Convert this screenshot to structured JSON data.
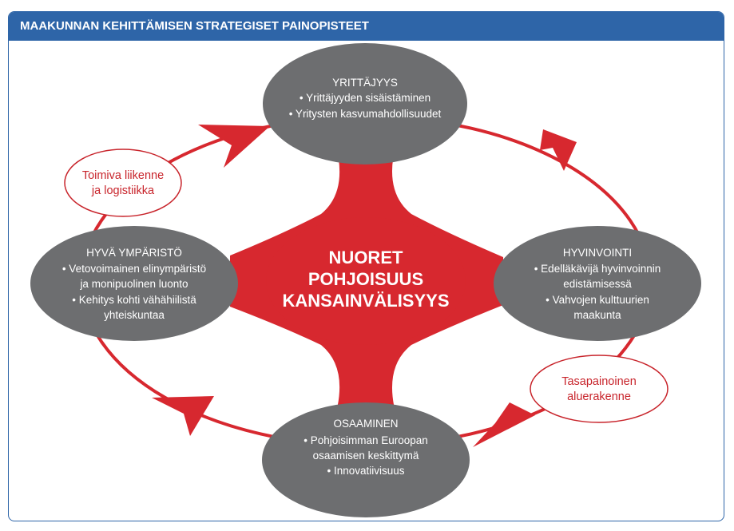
{
  "header": {
    "title": "MAAKUNNAN KEHITTÄMISEN STRATEGISET PAINOPISTEET"
  },
  "center": {
    "lines": [
      "NUORET",
      "POHJOISUUS",
      "KANSAINVÄLISYYS"
    ]
  },
  "nodes": {
    "top": {
      "title": "YRITTÄJYYS",
      "lines": [
        "• Yrittäjyyden sisäistäminen",
        "• Yritysten kasvumahdollisuudet"
      ]
    },
    "right": {
      "title": "HYVINVOINTI",
      "lines": [
        "• Edelläkävijä hyvinvoinnin",
        "edistämisessä",
        "• Vahvojen kulttuurien",
        "maakunta"
      ]
    },
    "bottom": {
      "title": "OSAAMINEN",
      "lines": [
        "• Pohjoisimman Euroopan",
        "osaamisen keskittymä",
        "• Innovatiivisuus"
      ]
    },
    "left": {
      "title": "HYVÄ YMPÄRISTÖ",
      "lines": [
        "• Vetovoimainen elinympäristö",
        "ja monipuolinen luonto",
        "• Kehitys kohti vähähiilistä",
        "yhteiskuntaa"
      ]
    }
  },
  "callouts": {
    "upper_left": {
      "lines": [
        "Toimiva liikenne",
        "ja logistiikka"
      ]
    },
    "lower_right": {
      "lines": [
        "Tasapainoinen",
        "aluerakenne"
      ]
    }
  },
  "colors": {
    "header_blue": "#2e65a8",
    "accent_red": "#d7282f",
    "node_grey": "#6d6e70",
    "callout_text": "#c8242b"
  }
}
